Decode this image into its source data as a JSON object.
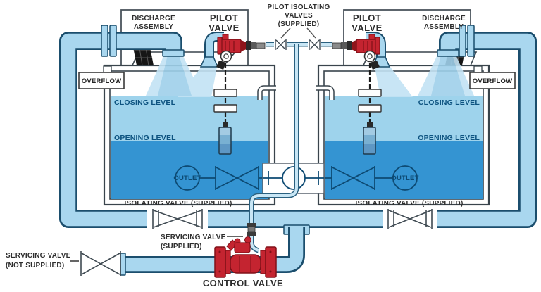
{
  "labels": {
    "discharge_assembly": [
      "DISCHARGE",
      "ASSEMBLY"
    ],
    "pilot_valve": [
      "PILOT",
      "VALVE"
    ],
    "pilot_isolating_valves": [
      "PILOT ISOLATING",
      "VALVES",
      "(SUPPLIED)"
    ],
    "overflow": "OVERFLOW",
    "closing_level": "CLOSING LEVEL",
    "opening_level": "OPENING LEVEL",
    "outlet": "OUTLET",
    "isolating_valve_supplied": "ISOLATING VALVE (SUPPLIED)",
    "servicing_valve_supplied": [
      "SERVICING VALVE",
      "(SUPPLIED)"
    ],
    "servicing_valve_not_supplied": [
      "SERVICING VALVE",
      "(NOT SUPPLIED)"
    ],
    "control_valve": "CONTROL VALVE"
  },
  "colors": {
    "pipe_fill": "#a9d7ef",
    "pipe_outline": "#1b4e6d",
    "water_upper": "#9ed3ec",
    "water_lower": "#3494d2",
    "valve_red": "#c42430",
    "valve_red_dark": "#801018",
    "level_text": "#0d5380",
    "label_text": "#2e2e2e"
  }
}
